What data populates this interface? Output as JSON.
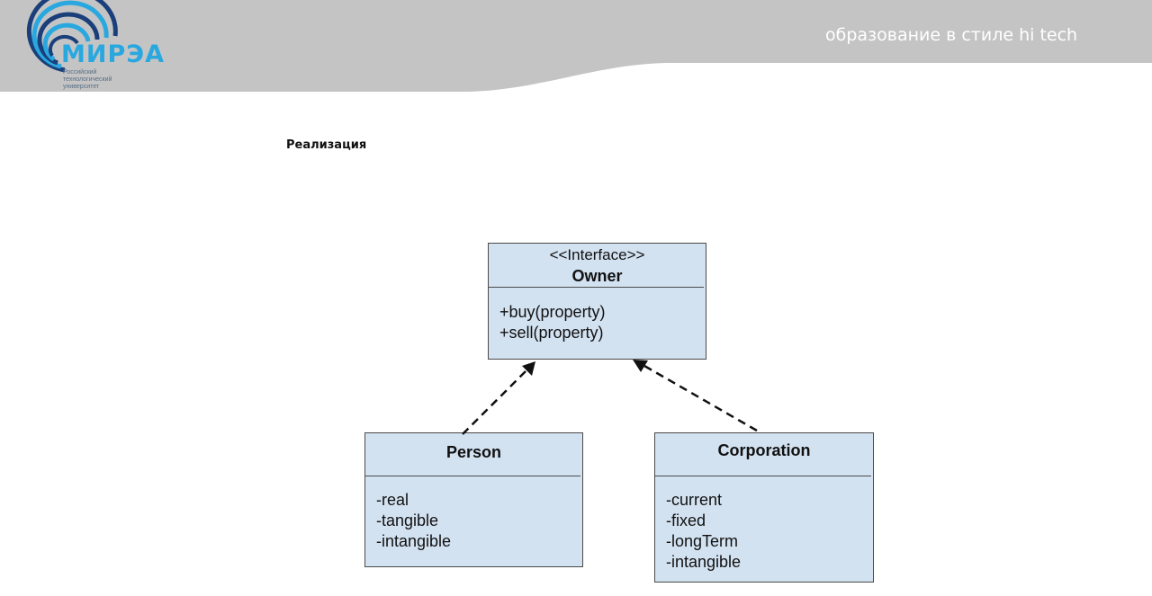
{
  "header": {
    "logo_text": "МИРЭА",
    "logo_subtitle": [
      "Российский",
      "технологический",
      "университет"
    ],
    "slogan": "образование в стиле hi tech"
  },
  "slide_title": "Реализация",
  "diagram": {
    "interface": {
      "stereotype": "<<Interface>>",
      "name": "Owner",
      "members": [
        "+buy(property)",
        "+sell(property)"
      ]
    },
    "classes": [
      {
        "name": "Person",
        "members": [
          "-real",
          "-tangible",
          "-intangible"
        ]
      },
      {
        "name": "Corporation",
        "members": [
          "-current",
          "-fixed",
          "-longTerm",
          "-intangible"
        ]
      }
    ]
  },
  "colors": {
    "banner_gray": "#c4c4c4",
    "logo_blue": "#29a8e0",
    "logo_dark_blue": "#1b3f7a",
    "box_fill": "#d3e2f1"
  }
}
